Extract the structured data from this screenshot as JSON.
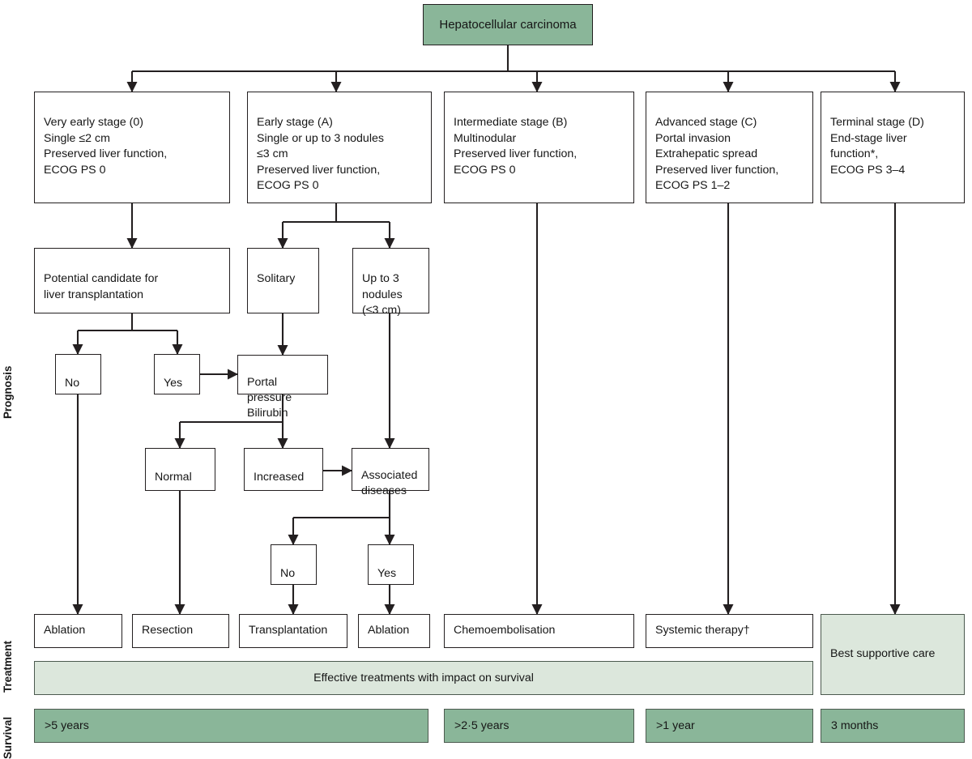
{
  "title": "Hepatocellular carcinoma staging and treatment flowchart",
  "colors": {
    "green_dark": "#8ab699",
    "green_light": "#dce7dc",
    "line": "#231f20",
    "text": "#161616"
  },
  "root": {
    "label": "Hepatocellular carcinoma"
  },
  "stages": [
    {
      "id": "stage-0",
      "label": "Very early stage (0)\nSingle ≤2 cm\nPreserved liver function,\nECOG PS 0"
    },
    {
      "id": "stage-a",
      "label": "Early stage (A)\nSingle or up to 3 nodules\n≤3 cm\nPreserved liver function,\nECOG PS 0"
    },
    {
      "id": "stage-b",
      "label": "Intermediate stage (B)\nMultinodular\nPreserved liver function,\nECOG PS 0"
    },
    {
      "id": "stage-c",
      "label": "Advanced stage (C)\nPortal invasion\nExtrahepatic spread\nPreserved liver function,\nECOG PS 1–2"
    },
    {
      "id": "stage-d",
      "label": "Terminal stage (D)\nEnd-stage liver\nfunction*,\nECOG PS 3–4"
    }
  ],
  "decisions": {
    "transplant_candidate": "Potential candidate for\nliver transplantation",
    "solitary": "Solitary",
    "up_to_3_nodules": "Up to 3\nnodules\n(≤3 cm)",
    "candidate_no": "No",
    "candidate_yes": "Yes",
    "portal_pressure": "Portal pressure\nBilirubin",
    "normal": "Normal",
    "increased": "Increased",
    "associated_diseases": "Associated\ndiseases",
    "assoc_no": "No",
    "assoc_yes": "Yes"
  },
  "row_labels": {
    "prognosis": "Prognosis",
    "treatment": "Treatment",
    "survival": "Survival"
  },
  "treatments": [
    {
      "id": "treatment-ablation-1",
      "label": "Ablation",
      "style": "white"
    },
    {
      "id": "treatment-resection",
      "label": "Resection",
      "style": "white"
    },
    {
      "id": "treatment-transplantation",
      "label": "Transplantation",
      "style": "white"
    },
    {
      "id": "treatment-ablation-2",
      "label": "Ablation",
      "style": "white"
    },
    {
      "id": "treatment-chemoembolisation",
      "label": "Chemoembolisation",
      "style": "white"
    },
    {
      "id": "treatment-systemic-therapy",
      "label": "Systemic therapy†",
      "style": "white"
    },
    {
      "id": "treatment-best-supportive-care",
      "label": "Best supportive care",
      "style": "green-light"
    }
  ],
  "effective_band": {
    "label": "Effective treatments with impact on survival"
  },
  "survival": [
    {
      "id": "survival-0-a",
      "label": ">5 years"
    },
    {
      "id": "survival-b",
      "label": ">2·5 years"
    },
    {
      "id": "survival-c",
      "label": ">1 year"
    },
    {
      "id": "survival-d",
      "label": "3 months"
    }
  ]
}
